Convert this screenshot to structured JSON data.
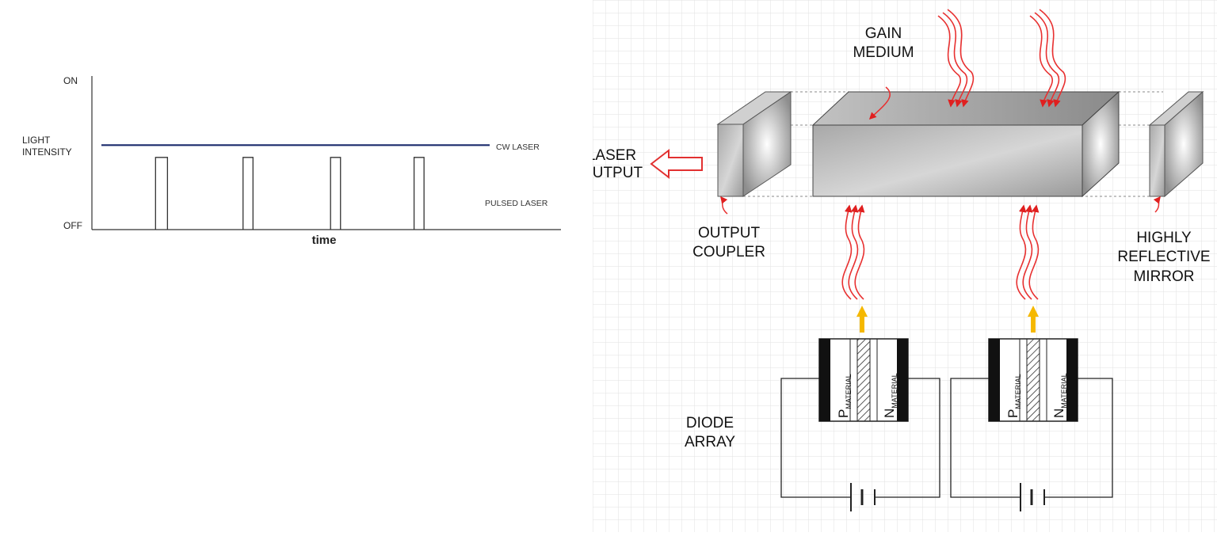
{
  "chart_data": {
    "type": "line",
    "title": "",
    "xlabel": "time",
    "ylabel": "LIGHT INTENSITY",
    "ylabel_lines": [
      "LIGHT",
      "INTENSITY"
    ],
    "y_ticks": [
      "ON",
      "OFF"
    ],
    "series": [
      {
        "name": "CW LASER",
        "kind": "constant",
        "level": 0.55,
        "color": "#1a2a6c"
      },
      {
        "name": "PULSED LASER",
        "kind": "pulses",
        "level": 0.47,
        "color": "#333333",
        "pulses": [
          [
            0.16,
            0.19
          ],
          [
            0.38,
            0.405
          ],
          [
            0.6,
            0.625
          ],
          [
            0.81,
            0.835
          ]
        ]
      }
    ],
    "x_range": [
      0,
      1
    ],
    "y_range": [
      0,
      1
    ]
  },
  "diagram": {
    "labels": {
      "gain_medium": [
        "GAIN",
        "MEDIUM"
      ],
      "laser_output": [
        "LASER",
        "OUTPUT"
      ],
      "output_coupler": [
        "OUTPUT",
        "COUPLER"
      ],
      "mirror": [
        "HIGHLY",
        "REFLECTIVE",
        "MIRROR"
      ],
      "diode_array": [
        "DIODE",
        "ARRAY"
      ],
      "p_material": {
        "main": "P",
        "sub": "MATERIAL"
      },
      "n_material": {
        "main": "N",
        "sub": "MATERIAL"
      }
    },
    "colors": {
      "pump_wave": "#e83030",
      "diode_arrow": "#f5b800",
      "grid": "#e4e4e4"
    }
  }
}
